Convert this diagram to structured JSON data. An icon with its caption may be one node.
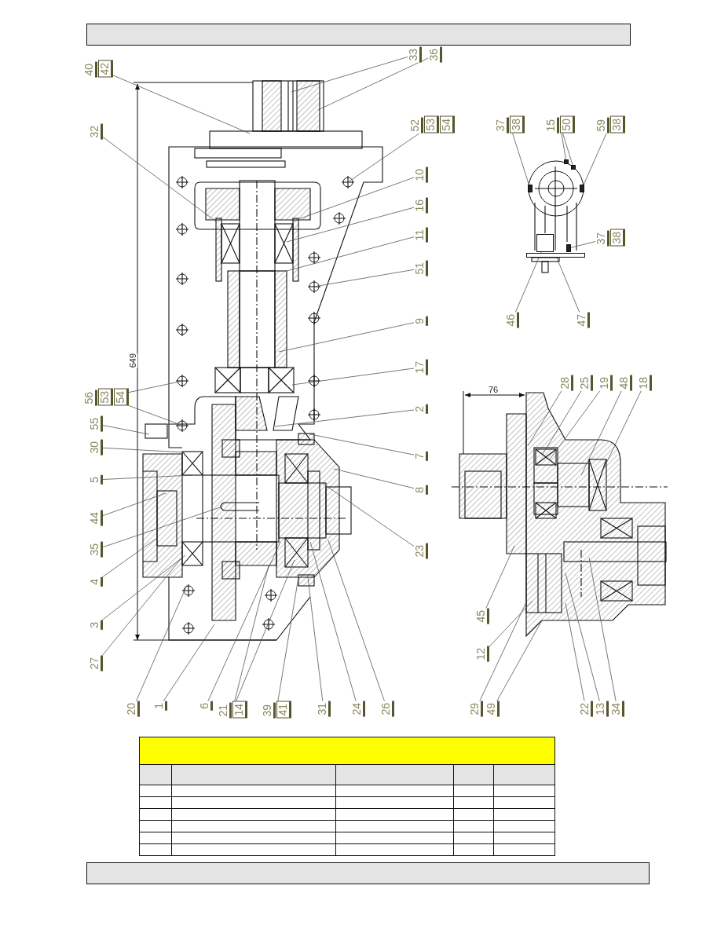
{
  "diagram": {
    "nodes": [
      {
        "text": [
          "40",
          "42"
        ]
      },
      {
        "text": [
          "33"
        ]
      },
      {
        "text": [
          "36"
        ]
      },
      {
        "text": [
          "32"
        ]
      },
      {
        "text": [
          "52",
          "53",
          "54"
        ]
      },
      {
        "text": [
          "37",
          "38"
        ]
      },
      {
        "text": [
          "15",
          "50"
        ]
      },
      {
        "text": [
          "59",
          "38"
        ]
      },
      {
        "text": [
          "10"
        ]
      },
      {
        "text": [
          "16"
        ]
      },
      {
        "text": [
          "37",
          "38"
        ]
      },
      {
        "text": [
          "11"
        ]
      },
      {
        "text": [
          "51"
        ]
      },
      {
        "text": [
          "46"
        ]
      },
      {
        "text": [
          "47"
        ]
      },
      {
        "text": [
          "9"
        ]
      },
      {
        "text": [
          "17"
        ]
      },
      {
        "text": [
          "28"
        ]
      },
      {
        "text": [
          "25"
        ]
      },
      {
        "text": [
          "19"
        ]
      },
      {
        "text": [
          "48"
        ]
      },
      {
        "text": [
          "18"
        ]
      },
      {
        "text": [
          "56",
          "53",
          "54"
        ]
      },
      {
        "text": [
          "55"
        ]
      },
      {
        "text": [
          "2"
        ]
      },
      {
        "text": [
          "30"
        ]
      },
      {
        "text": [
          "7"
        ]
      },
      {
        "text": [
          "5"
        ]
      },
      {
        "text": [
          "8"
        ]
      },
      {
        "text": [
          "44"
        ]
      },
      {
        "text": [
          "35"
        ]
      },
      {
        "text": [
          "23"
        ]
      },
      {
        "text": [
          "4"
        ]
      },
      {
        "text": [
          "45"
        ]
      },
      {
        "text": [
          "3"
        ]
      },
      {
        "text": [
          "12"
        ]
      },
      {
        "text": [
          "27"
        ]
      },
      {
        "text": [
          "20"
        ]
      },
      {
        "text": [
          "1"
        ]
      },
      {
        "text": [
          "6"
        ]
      },
      {
        "text": [
          "21",
          "14"
        ]
      },
      {
        "text": [
          "39",
          "41"
        ]
      },
      {
        "text": [
          "31"
        ]
      },
      {
        "text": [
          "24"
        ]
      },
      {
        "text": [
          "26"
        ]
      },
      {
        "text": [
          "29"
        ]
      },
      {
        "text": [
          "49"
        ]
      },
      {
        "text": [
          "22"
        ]
      },
      {
        "text": [
          "13"
        ]
      },
      {
        "text": [
          "34"
        ]
      },
      {
        "text": [],
        "shape": "box"
      },
      {
        "text": [],
        "shape": "box"
      },
      {
        "text": [],
        "shape": "box"
      },
      {
        "text": [],
        "shape": "box"
      },
      {
        "text": [],
        "shape": "box"
      },
      {
        "text": [],
        "shape": "box"
      },
      {
        "text": [],
        "shape": "box"
      }
    ],
    "edges": [
      {
        "from": 0,
        "to": null,
        "arrow": "none"
      },
      {
        "from": 1,
        "to": null,
        "arrow": "none"
      },
      {
        "from": 2,
        "to": null,
        "arrow": "none"
      },
      {
        "from": 3,
        "to": null,
        "arrow": "none"
      },
      {
        "from": 4,
        "to": null,
        "arrow": "none"
      },
      {
        "from": 5,
        "to": 50,
        "arrow": "none"
      },
      {
        "from": 6,
        "to": 51,
        "arrow": "none"
      },
      {
        "from": 6,
        "to": 52,
        "arrow": "none"
      },
      {
        "from": 7,
        "to": 53,
        "arrow": "none"
      },
      {
        "from": 8,
        "to": null,
        "arrow": "none"
      },
      {
        "from": 9,
        "to": null,
        "arrow": "none"
      },
      {
        "from": 10,
        "to": 54,
        "arrow": "none"
      },
      {
        "from": 11,
        "to": null,
        "arrow": "none"
      },
      {
        "from": 12,
        "to": null,
        "arrow": "none"
      },
      {
        "from": 13,
        "to": 55,
        "arrow": "none"
      },
      {
        "from": 14,
        "to": 56,
        "arrow": "none"
      },
      {
        "from": 15,
        "to": null,
        "arrow": "none"
      },
      {
        "from": 16,
        "to": null,
        "arrow": "none"
      },
      {
        "from": 17,
        "to": null,
        "arrow": "none"
      },
      {
        "from": 18,
        "to": null,
        "arrow": "none"
      },
      {
        "from": 19,
        "to": null,
        "arrow": "none"
      },
      {
        "from": 20,
        "to": null,
        "arrow": "none"
      },
      {
        "from": 21,
        "to": null,
        "arrow": "none"
      },
      {
        "from": 22,
        "to": null,
        "arrow": "none"
      },
      {
        "from": 22,
        "to": null,
        "arrow": "none"
      },
      {
        "from": 23,
        "to": null,
        "arrow": "none"
      },
      {
        "from": 24,
        "to": null,
        "arrow": "none"
      },
      {
        "from": 25,
        "to": null,
        "arrow": "none"
      },
      {
        "from": 26,
        "to": null,
        "arrow": "none"
      },
      {
        "from": 27,
        "to": null,
        "arrow": "none"
      },
      {
        "from": 28,
        "to": null,
        "arrow": "none"
      },
      {
        "from": 29,
        "to": null,
        "arrow": "none"
      },
      {
        "from": 30,
        "to": null,
        "arrow": "none"
      },
      {
        "from": 31,
        "to": null,
        "arrow": "none"
      },
      {
        "from": 32,
        "to": null,
        "arrow": "none"
      },
      {
        "from": 33,
        "to": null,
        "arrow": "none"
      },
      {
        "from": 34,
        "to": null,
        "arrow": "none"
      },
      {
        "from": 35,
        "to": null,
        "arrow": "none"
      },
      {
        "from": 36,
        "to": null,
        "arrow": "none"
      },
      {
        "from": 37,
        "to": null,
        "arrow": "none"
      },
      {
        "from": 38,
        "to": null,
        "arrow": "none"
      },
      {
        "from": 39,
        "to": null,
        "arrow": "none"
      },
      {
        "from": 40,
        "to": null,
        "arrow": "none"
      },
      {
        "from": 40,
        "to": null,
        "arrow": "none"
      },
      {
        "from": 41,
        "to": null,
        "arrow": "none"
      },
      {
        "from": 42,
        "to": null,
        "arrow": "none"
      },
      {
        "from": 43,
        "to": null,
        "arrow": "none"
      },
      {
        "from": 44,
        "to": null,
        "arrow": "none"
      },
      {
        "from": 45,
        "to": null,
        "arrow": "none"
      },
      {
        "from": 46,
        "to": null,
        "arrow": "none"
      },
      {
        "from": 47,
        "to": null,
        "arrow": "none"
      },
      {
        "from": 48,
        "to": null,
        "arrow": "none"
      },
      {
        "from": 49,
        "to": null,
        "arrow": "none"
      }
    ],
    "labels": [
      "649",
      "76"
    ]
  }
}
